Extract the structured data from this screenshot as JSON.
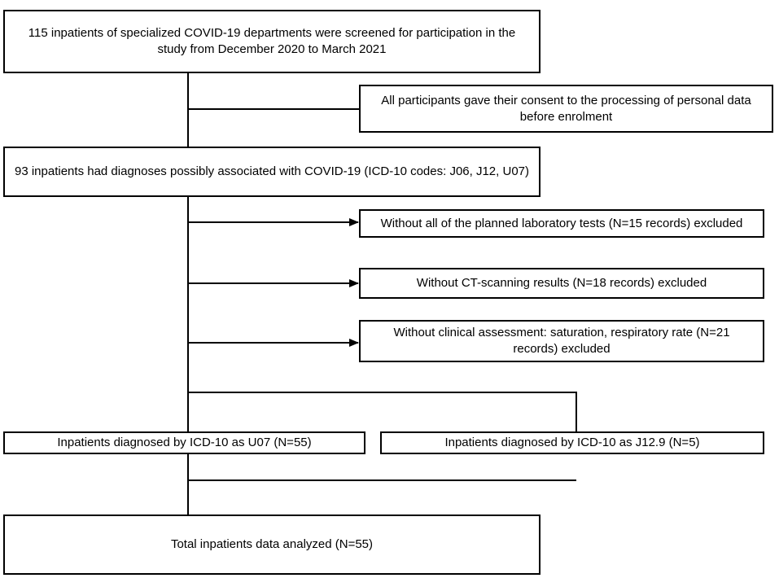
{
  "flowchart": {
    "screened": "115 inpatients of specialized COVID-19 departments were screened for participation in the study from December 2020 to March 2021",
    "consent": "All participants gave their consent to the processing of personal data before enrolment",
    "diagnoses": "93 inpatients had diagnoses possibly associated with COVID-19 (ICD-10 codes: J06, J12, U07)",
    "exclusions": [
      "Without all of the planned laboratory tests (N=15 records) excluded",
      "Without CT-scanning results  (N=18 records) excluded",
      "Without clinical assessment: saturation, respiratory rate (N=21 records) excluded"
    ],
    "u07": "Inpatients diagnosed by ICD-10 as U07  (N=55)",
    "j129": "Inpatients diagnosed by ICD-10 as J12.9 (N=5)",
    "total": "Total  inpatients data analyzed (N=55)"
  }
}
